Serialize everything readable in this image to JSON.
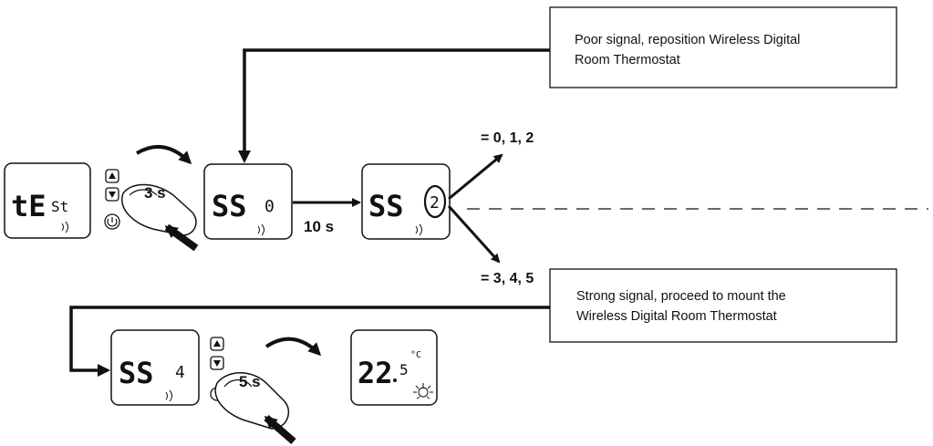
{
  "callouts": {
    "poor": {
      "line1": "Poor signal, reposition Wireless Digital",
      "line2": "Room Thermostat"
    },
    "strong": {
      "line1": "Strong signal, proceed to mount the",
      "line2": "Wireless Digital Room Thermostat"
    }
  },
  "displays": {
    "test": {
      "main": "tE",
      "small": "St"
    },
    "ss0": {
      "main": "SS",
      "small": "0"
    },
    "ss2": {
      "main": "SS",
      "small": "2"
    },
    "ss4": {
      "main": "SS",
      "small": "4"
    },
    "temp": {
      "main": "22",
      "small": "5",
      "unit": "°C"
    }
  },
  "timings": {
    "press_test": "3 s",
    "wait": "10 s",
    "press_finish": "5 s"
  },
  "branches": {
    "poor": "= 0, 1, 2",
    "strong": "= 3, 4, 5"
  }
}
